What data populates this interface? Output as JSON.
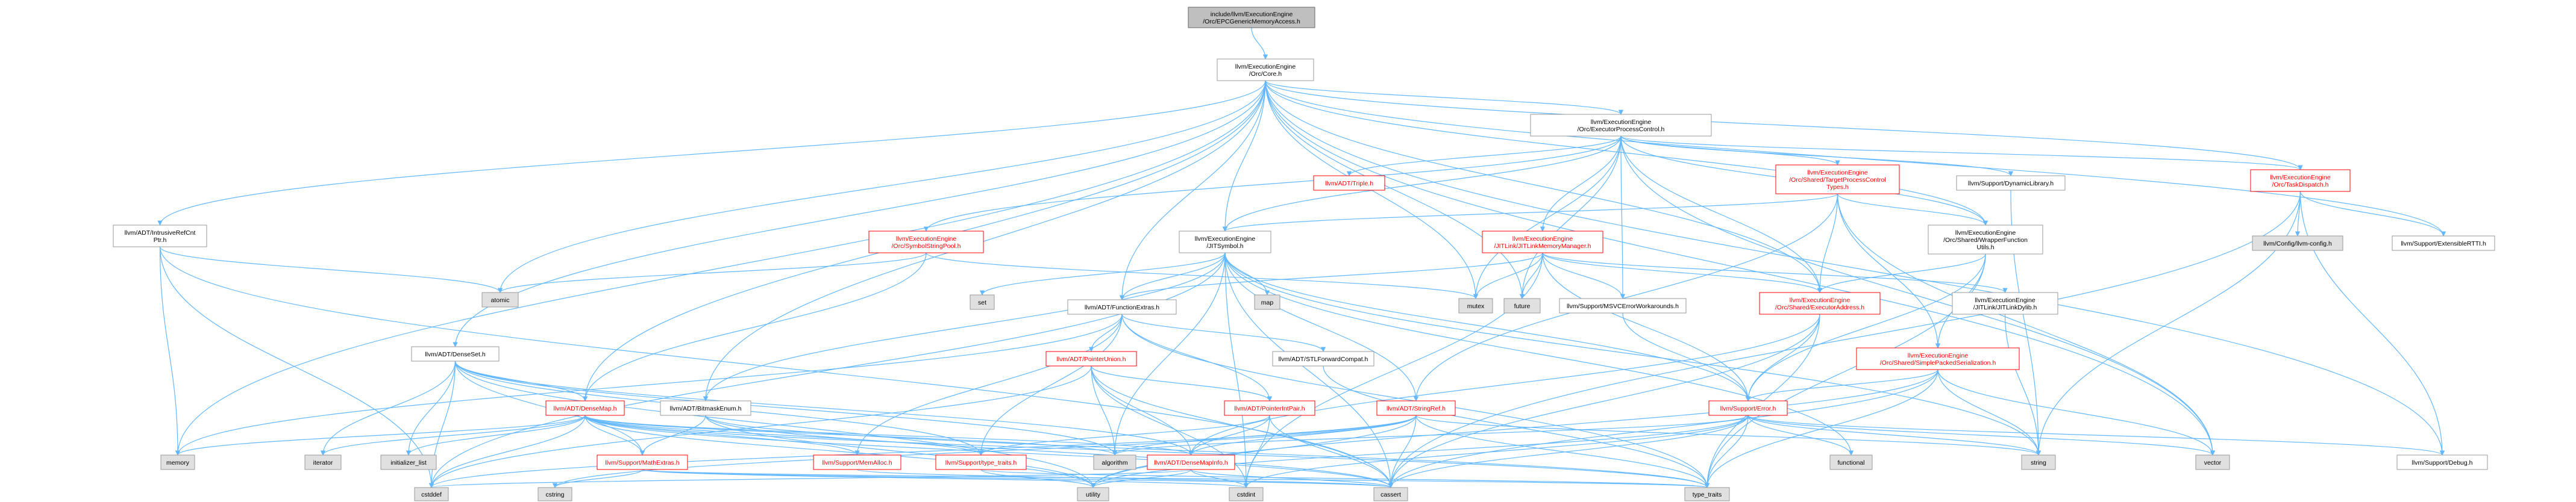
{
  "colors": {
    "edge": "#63b8ff",
    "node_border": "#9a9a9a",
    "red_text": "#ff0000",
    "grey_fill": "#e0e0e0",
    "root_fill": "#bfbfbf"
  },
  "nodes": [
    {
      "id": "root",
      "label": [
        "include/llvm/ExecutionEngine",
        "/Orc/EPCGenericMemoryAccess.h"
      ],
      "style": "dark"
    },
    {
      "id": "core",
      "label": [
        "llvm/ExecutionEngine",
        "/Orc/Core.h"
      ],
      "style": "white"
    },
    {
      "id": "epc",
      "label": [
        "llvm/ExecutionEngine",
        "/Orc/ExecutorProcessControl.h"
      ],
      "style": "white"
    },
    {
      "id": "intrusive",
      "label": [
        "llvm/ADT/IntrusiveRefCnt",
        "Ptr.h"
      ],
      "style": "white"
    },
    {
      "id": "atomic",
      "label": [
        "atomic"
      ],
      "style": "grey"
    },
    {
      "id": "densesetH",
      "label": [
        "llvm/ADT/DenseSet.h"
      ],
      "style": "white"
    },
    {
      "id": "symstr",
      "label": [
        "llvm/ExecutionEngine",
        "/Orc/SymbolStringPool.h"
      ],
      "style": "red"
    },
    {
      "id": "jitsym",
      "label": [
        "llvm/ExecutionEngine",
        "/JITSymbol.h"
      ],
      "style": "white"
    },
    {
      "id": "triple",
      "label": [
        "llvm/ADT/Triple.h"
      ],
      "style": "red"
    },
    {
      "id": "tpc",
      "label": [
        "llvm/ExecutionEngine",
        "/Orc/Shared/TargetProcessControl",
        "Types.h"
      ],
      "style": "red"
    },
    {
      "id": "dynlib",
      "label": [
        "llvm/Support/DynamicLibrary.h"
      ],
      "style": "white"
    },
    {
      "id": "taskd",
      "label": [
        "llvm/ExecutionEngine",
        "/Orc/TaskDispatch.h"
      ],
      "style": "red"
    },
    {
      "id": "jitlinkmm",
      "label": [
        "llvm/ExecutionEngine",
        "/JITLink/JITLinkMemoryManager.h"
      ],
      "style": "red"
    },
    {
      "id": "wrapfn",
      "label": [
        "llvm/ExecutionEngine",
        "/Orc/Shared/WrapperFunction",
        "Utils.h"
      ],
      "style": "white"
    },
    {
      "id": "cfgh",
      "label": [
        "llvm/Config/llvm-config.h"
      ],
      "style": "grey"
    },
    {
      "id": "extrtti",
      "label": [
        "llvm/Support/ExtensibleRTTI.h"
      ],
      "style": "white"
    },
    {
      "id": "set",
      "label": [
        "set"
      ],
      "style": "grey"
    },
    {
      "id": "map",
      "label": [
        "map"
      ],
      "style": "grey"
    },
    {
      "id": "mutex",
      "label": [
        "mutex"
      ],
      "style": "grey"
    },
    {
      "id": "future",
      "label": [
        "future"
      ],
      "style": "grey"
    },
    {
      "id": "msvc",
      "label": [
        "llvm/Support/MSVCErrorWorkarounds.h"
      ],
      "style": "white"
    },
    {
      "id": "execaddr",
      "label": [
        "llvm/ExecutionEngine",
        "/Orc/Shared/ExecutorAddress.h"
      ],
      "style": "red"
    },
    {
      "id": "jitdylib",
      "label": [
        "llvm/ExecutionEngine",
        "/JITLink/JITLinkDylib.h"
      ],
      "style": "white"
    },
    {
      "id": "fnext",
      "label": [
        "llvm/ADT/FunctionExtras.h"
      ],
      "style": "white"
    },
    {
      "id": "stlfwd",
      "label": [
        "llvm/ADT/STLForwardCompat.h"
      ],
      "style": "white"
    },
    {
      "id": "simplepk",
      "label": [
        "llvm/ExecutionEngine",
        "/Orc/Shared/SimplePackedSerialization.h"
      ],
      "style": "red"
    },
    {
      "id": "ptrunion",
      "label": [
        "llvm/ADT/PointerUnion.h"
      ],
      "style": "red"
    },
    {
      "id": "denseMap",
      "label": [
        "llvm/ADT/DenseMap.h"
      ],
      "style": "red"
    },
    {
      "id": "bitmask",
      "label": [
        "llvm/ADT/BitmaskEnum.h"
      ],
      "style": "white"
    },
    {
      "id": "ptrint",
      "label": [
        "llvm/ADT/PointerIntPair.h"
      ],
      "style": "red"
    },
    {
      "id": "strref",
      "label": [
        "llvm/ADT/StringRef.h"
      ],
      "style": "red"
    },
    {
      "id": "error",
      "label": [
        "llvm/Support/Error.h"
      ],
      "style": "red"
    },
    {
      "id": "memory",
      "label": [
        "memory"
      ],
      "style": "grey"
    },
    {
      "id": "iterator",
      "label": [
        "iterator"
      ],
      "style": "grey"
    },
    {
      "id": "initlist",
      "label": [
        "initializer_list"
      ],
      "style": "grey"
    },
    {
      "id": "mathext",
      "label": [
        "llvm/Support/MathExtras.h"
      ],
      "style": "red"
    },
    {
      "id": "memalloc",
      "label": [
        "llvm/Support/MemAlloc.h"
      ],
      "style": "red"
    },
    {
      "id": "typetr",
      "label": [
        "llvm/Support/type_traits.h"
      ],
      "style": "red"
    },
    {
      "id": "algorithm",
      "label": [
        "algorithm"
      ],
      "style": "grey"
    },
    {
      "id": "dmapinfo",
      "label": [
        "llvm/ADT/DenseMapInfo.h"
      ],
      "style": "red"
    },
    {
      "id": "functional",
      "label": [
        "functional"
      ],
      "style": "grey"
    },
    {
      "id": "string",
      "label": [
        "string"
      ],
      "style": "grey"
    },
    {
      "id": "vector",
      "label": [
        "vector"
      ],
      "style": "grey"
    },
    {
      "id": "debug",
      "label": [
        "llvm/Support/Debug.h"
      ],
      "style": "white"
    },
    {
      "id": "cstddef",
      "label": [
        "cstddef"
      ],
      "style": "grey"
    },
    {
      "id": "cstring",
      "label": [
        "cstring"
      ],
      "style": "grey"
    },
    {
      "id": "utility",
      "label": [
        "utility"
      ],
      "style": "grey"
    },
    {
      "id": "cstdint",
      "label": [
        "cstdint"
      ],
      "style": "grey"
    },
    {
      "id": "cassert",
      "label": [
        "cassert"
      ],
      "style": "grey"
    },
    {
      "id": "typetraits",
      "label": [
        "type_traits"
      ],
      "style": "grey"
    }
  ],
  "edges": [
    [
      "root",
      "core"
    ],
    [
      "core",
      "epc"
    ],
    [
      "core",
      "intrusive"
    ],
    [
      "core",
      "atomic"
    ],
    [
      "core",
      "densesetH"
    ],
    [
      "core",
      "jitsym"
    ],
    [
      "core",
      "fnext"
    ],
    [
      "core",
      "bitmask"
    ],
    [
      "core",
      "future"
    ],
    [
      "core",
      "mutex"
    ],
    [
      "core",
      "memory"
    ],
    [
      "core",
      "vector"
    ],
    [
      "core",
      "taskd"
    ],
    [
      "core",
      "wrapfn"
    ],
    [
      "core",
      "extrtti"
    ],
    [
      "core",
      "debug"
    ],
    [
      "core",
      "denseMap"
    ],
    [
      "core",
      "execaddr"
    ],
    [
      "epc",
      "symstr"
    ],
    [
      "epc",
      "jitsym"
    ],
    [
      "epc",
      "triple"
    ],
    [
      "epc",
      "tpc"
    ],
    [
      "epc",
      "dynlib"
    ],
    [
      "epc",
      "taskd"
    ],
    [
      "epc",
      "jitlinkmm"
    ],
    [
      "epc",
      "wrapfn"
    ],
    [
      "epc",
      "execaddr"
    ],
    [
      "epc",
      "msvc"
    ],
    [
      "epc",
      "mutex"
    ],
    [
      "epc",
      "future"
    ],
    [
      "epc",
      "vector"
    ],
    [
      "intrusive",
      "atomic"
    ],
    [
      "intrusive",
      "memory"
    ],
    [
      "intrusive",
      "cassert"
    ],
    [
      "intrusive",
      "cstddef"
    ],
    [
      "densesetH",
      "denseMap"
    ],
    [
      "densesetH",
      "dmapinfo"
    ],
    [
      "densesetH",
      "mathext"
    ],
    [
      "densesetH",
      "typetr"
    ],
    [
      "densesetH",
      "algorithm"
    ],
    [
      "densesetH",
      "cstddef"
    ],
    [
      "densesetH",
      "initlist"
    ],
    [
      "densesetH",
      "iterator"
    ],
    [
      "densesetH",
      "utility"
    ],
    [
      "symstr",
      "atomic"
    ],
    [
      "symstr",
      "mutex"
    ],
    [
      "symstr",
      "denseMap"
    ],
    [
      "jitsym",
      "fnext"
    ],
    [
      "jitsym",
      "strref"
    ],
    [
      "jitsym",
      "error"
    ],
    [
      "jitsym",
      "set"
    ],
    [
      "jitsym",
      "map"
    ],
    [
      "jitsym",
      "string"
    ],
    [
      "jitsym",
      "functional"
    ],
    [
      "jitsym",
      "cstdint"
    ],
    [
      "jitsym",
      "cassert"
    ],
    [
      "jitsym",
      "cstddef"
    ],
    [
      "jitsym",
      "algorithm"
    ],
    [
      "jitsym",
      "bitmask"
    ],
    [
      "tpc",
      "jitsym"
    ],
    [
      "tpc",
      "execaddr"
    ],
    [
      "tpc",
      "simplepk"
    ],
    [
      "tpc",
      "wrapfn"
    ],
    [
      "tpc",
      "strref"
    ],
    [
      "tpc",
      "vector"
    ],
    [
      "dynlib",
      "string"
    ],
    [
      "taskd",
      "cfgh"
    ],
    [
      "taskd",
      "extrtti"
    ],
    [
      "taskd",
      "debug"
    ],
    [
      "taskd",
      "string"
    ],
    [
      "taskd",
      "cassert"
    ],
    [
      "jitlinkmm",
      "fnext"
    ],
    [
      "jitlinkmm",
      "jitdylib"
    ],
    [
      "jitlinkmm",
      "msvc"
    ],
    [
      "jitlinkmm",
      "execaddr"
    ],
    [
      "jitlinkmm",
      "error"
    ],
    [
      "jitlinkmm",
      "future"
    ],
    [
      "jitlinkmm",
      "mutex"
    ],
    [
      "jitlinkmm",
      "cstdint"
    ],
    [
      "wrapfn",
      "execaddr"
    ],
    [
      "wrapfn",
      "simplepk"
    ],
    [
      "wrapfn",
      "error"
    ],
    [
      "wrapfn",
      "typetraits"
    ],
    [
      "msvc",
      "error"
    ],
    [
      "execaddr",
      "error"
    ],
    [
      "execaddr",
      "cassert"
    ],
    [
      "execaddr",
      "typetraits"
    ],
    [
      "execaddr",
      "dmapinfo"
    ],
    [
      "jitdylib",
      "string"
    ],
    [
      "fnext",
      "ptrunion"
    ],
    [
      "fnext",
      "ptrint"
    ],
    [
      "fnext",
      "stlfwd"
    ],
    [
      "fnext",
      "memalloc"
    ],
    [
      "fnext",
      "typetr"
    ],
    [
      "fnext",
      "memory"
    ],
    [
      "fnext",
      "typetraits"
    ],
    [
      "stlfwd",
      "typetraits"
    ],
    [
      "simplepk",
      "error"
    ],
    [
      "simplepk",
      "string"
    ],
    [
      "simplepk",
      "vector"
    ],
    [
      "simplepk",
      "typetraits"
    ],
    [
      "simplepk",
      "utility"
    ],
    [
      "simplepk",
      "cassert"
    ],
    [
      "ptrunion",
      "ptrint"
    ],
    [
      "ptrunion",
      "dmapinfo"
    ],
    [
      "ptrunion",
      "algorithm"
    ],
    [
      "ptrunion",
      "cassert"
    ],
    [
      "ptrunion",
      "cstddef"
    ],
    [
      "ptrunion",
      "cstdint"
    ],
    [
      "denseMap",
      "dmapinfo"
    ],
    [
      "denseMap",
      "mathext"
    ],
    [
      "denseMap",
      "memalloc"
    ],
    [
      "denseMap",
      "typetr"
    ],
    [
      "denseMap",
      "algorithm"
    ],
    [
      "denseMap",
      "cassert"
    ],
    [
      "denseMap",
      "cstddef"
    ],
    [
      "denseMap",
      "initlist"
    ],
    [
      "denseMap",
      "iterator"
    ],
    [
      "denseMap",
      "utility"
    ],
    [
      "denseMap",
      "typetraits"
    ],
    [
      "denseMap",
      "memory"
    ],
    [
      "bitmask",
      "mathext"
    ],
    [
      "bitmask",
      "cassert"
    ],
    [
      "bitmask",
      "typetraits"
    ],
    [
      "bitmask",
      "utility"
    ],
    [
      "ptrint",
      "typetr"
    ],
    [
      "ptrint",
      "dmapinfo"
    ],
    [
      "ptrint",
      "cassert"
    ],
    [
      "ptrint",
      "cstdint"
    ],
    [
      "ptrint",
      "limits"
    ],
    [
      "strref",
      "dmapinfo"
    ],
    [
      "strref",
      "algorithm"
    ],
    [
      "strref",
      "cassert"
    ],
    [
      "strref",
      "cstddef"
    ],
    [
      "strref",
      "cstring"
    ],
    [
      "strref",
      "string"
    ],
    [
      "strref",
      "typetraits"
    ],
    [
      "strref",
      "utility"
    ],
    [
      "error",
      "debug"
    ],
    [
      "error",
      "string"
    ],
    [
      "error",
      "vector"
    ],
    [
      "error",
      "functional"
    ],
    [
      "error",
      "cassert"
    ],
    [
      "error",
      "cstdint"
    ],
    [
      "error",
      "typetraits"
    ],
    [
      "error",
      "utility"
    ],
    [
      "error",
      "algorithm"
    ],
    [
      "mathext",
      "cassert"
    ],
    [
      "mathext",
      "cstring"
    ],
    [
      "mathext",
      "cstdint"
    ],
    [
      "mathext",
      "typetraits"
    ],
    [
      "memalloc",
      "cassert"
    ],
    [
      "typetr",
      "utility"
    ],
    [
      "typetr",
      "typetraits"
    ],
    [
      "dmapinfo",
      "cassert"
    ],
    [
      "dmapinfo",
      "cstddef"
    ],
    [
      "dmapinfo",
      "cstdint"
    ],
    [
      "dmapinfo",
      "utility"
    ]
  ]
}
